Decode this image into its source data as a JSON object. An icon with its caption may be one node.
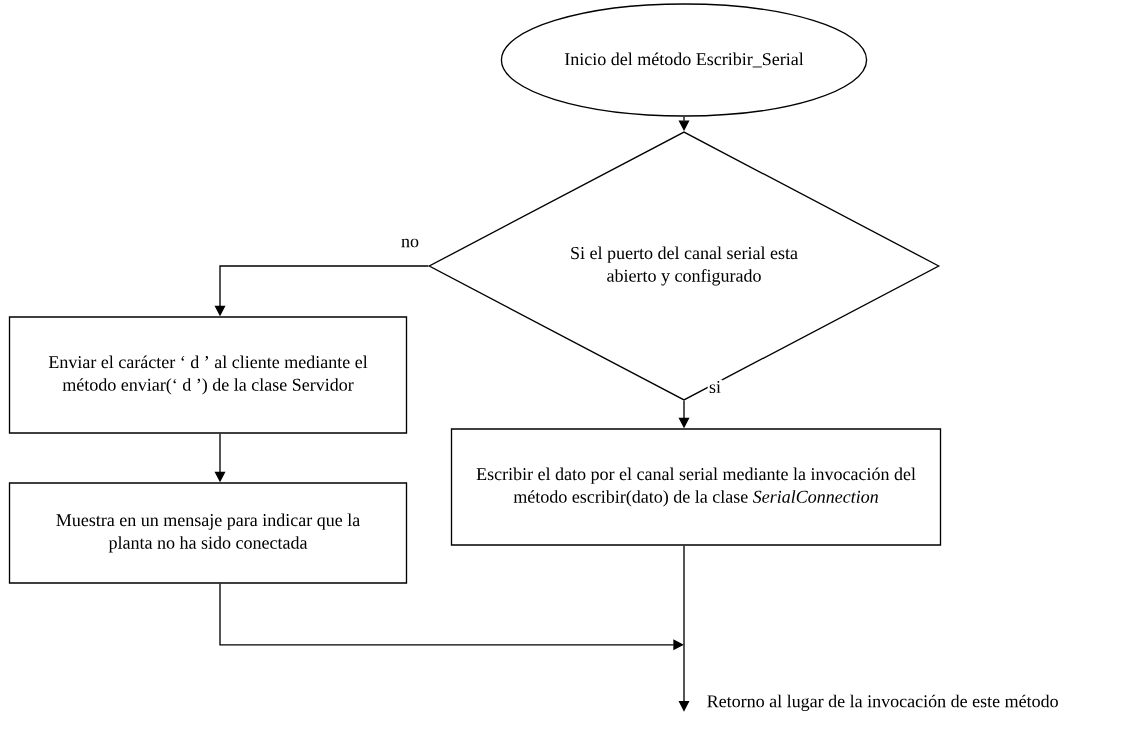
{
  "diagram": {
    "nodes": [
      {
        "text": [
          "Inicio del método Escribir_Serial"
        ]
      },
      {
        "text": [
          "Si el puerto del canal serial esta abierto y configurado"
        ]
      },
      {
        "text": [
          "Enviar el carácter ‘ d ’  al  cliente mediante el método enviar(‘ d ’) de la clase Servidor"
        ]
      },
      {
        "text": [
          "Muestra en un mensaje para indicar que la planta no ha sido conectada"
        ]
      },
      {
        "text": [
          "Escribir el dato por el canal serial mediante la invocación del método escribir(dato) de la clase *SerialConnection*"
        ]
      },
      {
        "text": [
          "Retorno al lugar de la invocación de este método"
        ]
      }
    ],
    "edges": [
      {
        "from": 0,
        "to": 1,
        "arrow": "to"
      },
      {
        "from": 1,
        "to": 2,
        "arrow": "to",
        "label": "no"
      },
      {
        "from": 1,
        "to": 4,
        "arrow": "to",
        "label": "si"
      },
      {
        "from": 2,
        "to": 3,
        "arrow": "to"
      },
      {
        "from": 4,
        "to": 5,
        "arrow": "to"
      },
      {
        "from": 3,
        "to": 5,
        "arrow": "to"
      }
    ]
  }
}
